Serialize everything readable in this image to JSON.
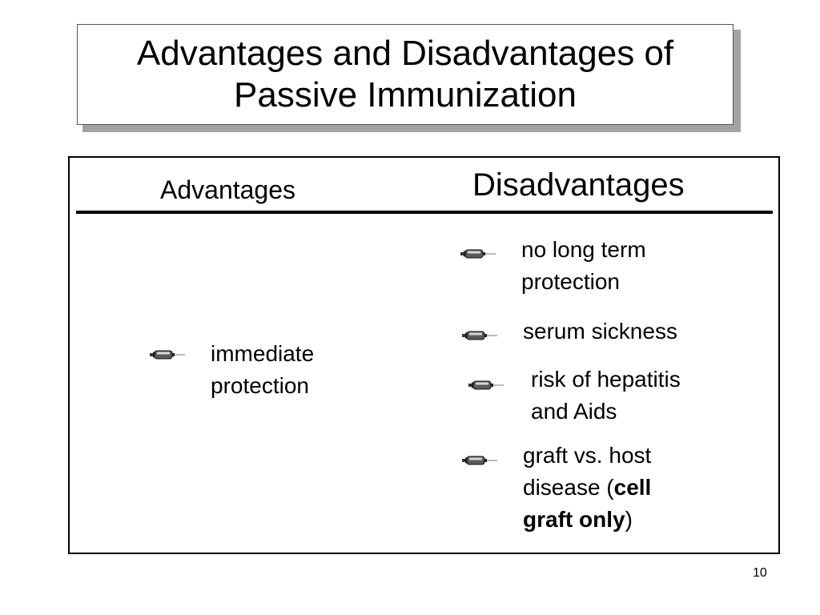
{
  "slide": {
    "title_line1": "Advantages and Disadvantages of",
    "title_line2": "Passive Immunization",
    "page_number": "10"
  },
  "columns": {
    "advantages_heading": "Advantages",
    "disadvantages_heading": "Disadvantages"
  },
  "advantages": [
    {
      "icon": "syringe-icon",
      "line1": "immediate",
      "line2": "protection"
    }
  ],
  "disadvantages": [
    {
      "icon": "syringe-icon",
      "line1": "no long term",
      "line2": "protection"
    },
    {
      "icon": "syringe-icon",
      "line1": "serum sickness"
    },
    {
      "icon": "syringe-icon",
      "line1": "risk of hepatitis",
      "line2": "and Aids"
    },
    {
      "icon": "syringe-icon",
      "line1": "graft vs. host",
      "line2_prefix": "disease (",
      "line2_bold": "cell",
      "line3_bold": "graft only",
      "line3_suffix": ")"
    }
  ]
}
